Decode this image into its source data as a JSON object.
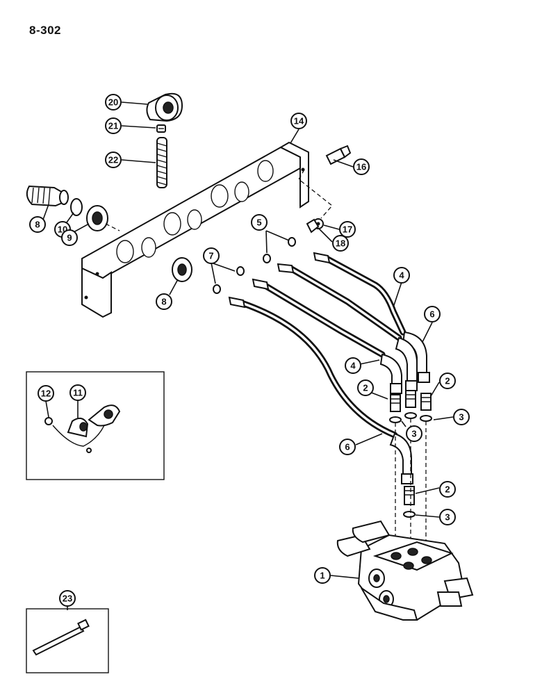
{
  "page": {
    "number": "8-302"
  },
  "callouts": [
    {
      "label": "20"
    },
    {
      "label": "21"
    },
    {
      "label": "22"
    },
    {
      "label": "14"
    },
    {
      "label": "16"
    },
    {
      "label": "8"
    },
    {
      "label": "10"
    },
    {
      "label": "9"
    },
    {
      "label": "17"
    },
    {
      "label": "18"
    },
    {
      "label": "5"
    },
    {
      "label": "7"
    },
    {
      "label": "8"
    },
    {
      "label": "4"
    },
    {
      "label": "6"
    },
    {
      "label": "4"
    },
    {
      "label": "2"
    },
    {
      "label": "2"
    },
    {
      "label": "3"
    },
    {
      "label": "3"
    },
    {
      "label": "6"
    },
    {
      "label": "2"
    },
    {
      "label": "3"
    },
    {
      "label": "1"
    },
    {
      "label": "12"
    },
    {
      "label": "11"
    },
    {
      "label": "23"
    }
  ]
}
